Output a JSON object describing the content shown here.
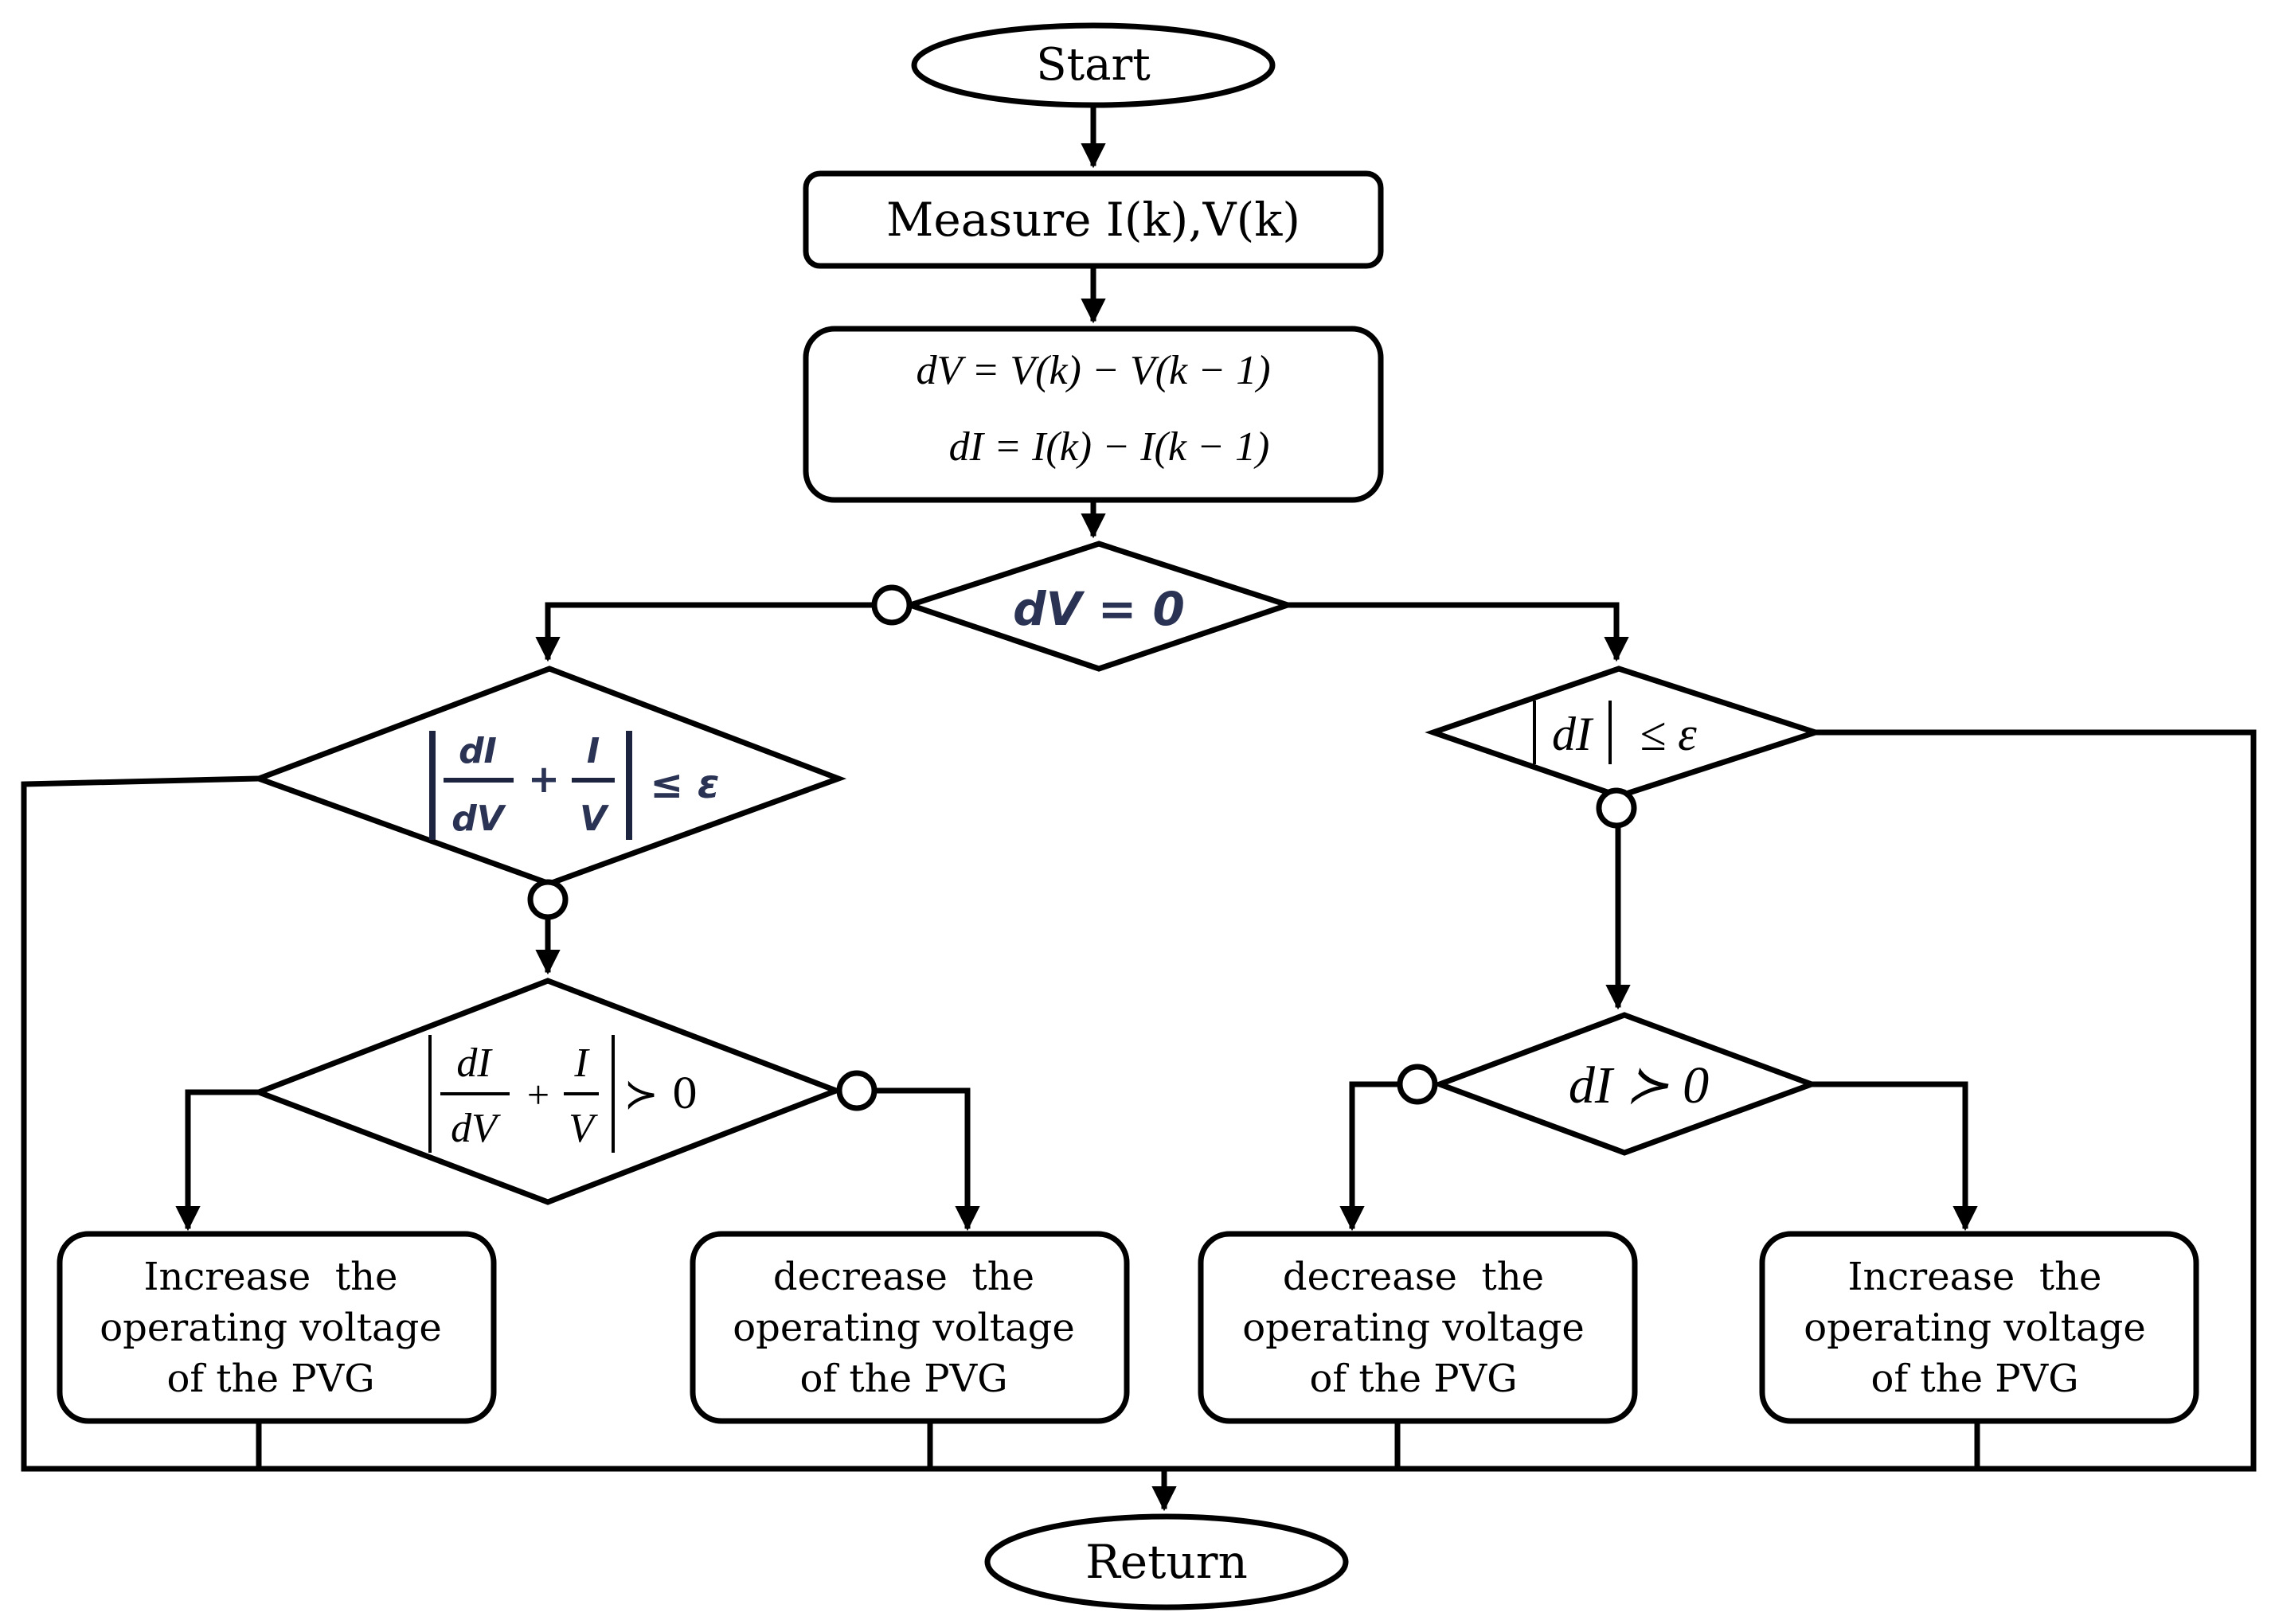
{
  "nodes": {
    "start": "Start",
    "measure": "Measure I(k),V(k)",
    "compute_dv": "dV = V(k) − V(k − 1)",
    "compute_di": "dI = I(k) − I(k − 1)",
    "dv_zero": "dV = 0",
    "inc_cond_frac_num": "dI",
    "inc_cond_frac_den": "dV",
    "inc_cond_frac2_num": "I",
    "inc_cond_frac2_den": "V",
    "inc_cond_rel": "≤ ε",
    "inc_sign_rel": "≻ 0",
    "di_abs": "dI",
    "di_abs_rel": "≤ ε",
    "di_sign": "dI ≻ 0",
    "box1_l1": "Increase  the",
    "box1_l2": "operating voltage",
    "box1_l3": "of the PVG",
    "box2_l1": "decrease  the",
    "box2_l2": "operating voltage",
    "box2_l3": "of the PVG",
    "box3_l1": "decrease  the",
    "box3_l2": "operating voltage",
    "box3_l3": "of the PVG",
    "box4_l1": "Increase  the",
    "box4_l2": "operating voltage",
    "box4_l3": "of the PVG",
    "return": "Return"
  },
  "colors": {
    "stroke": "#000000",
    "background": "#ffffff",
    "math_highlight": "#2a3354"
  }
}
